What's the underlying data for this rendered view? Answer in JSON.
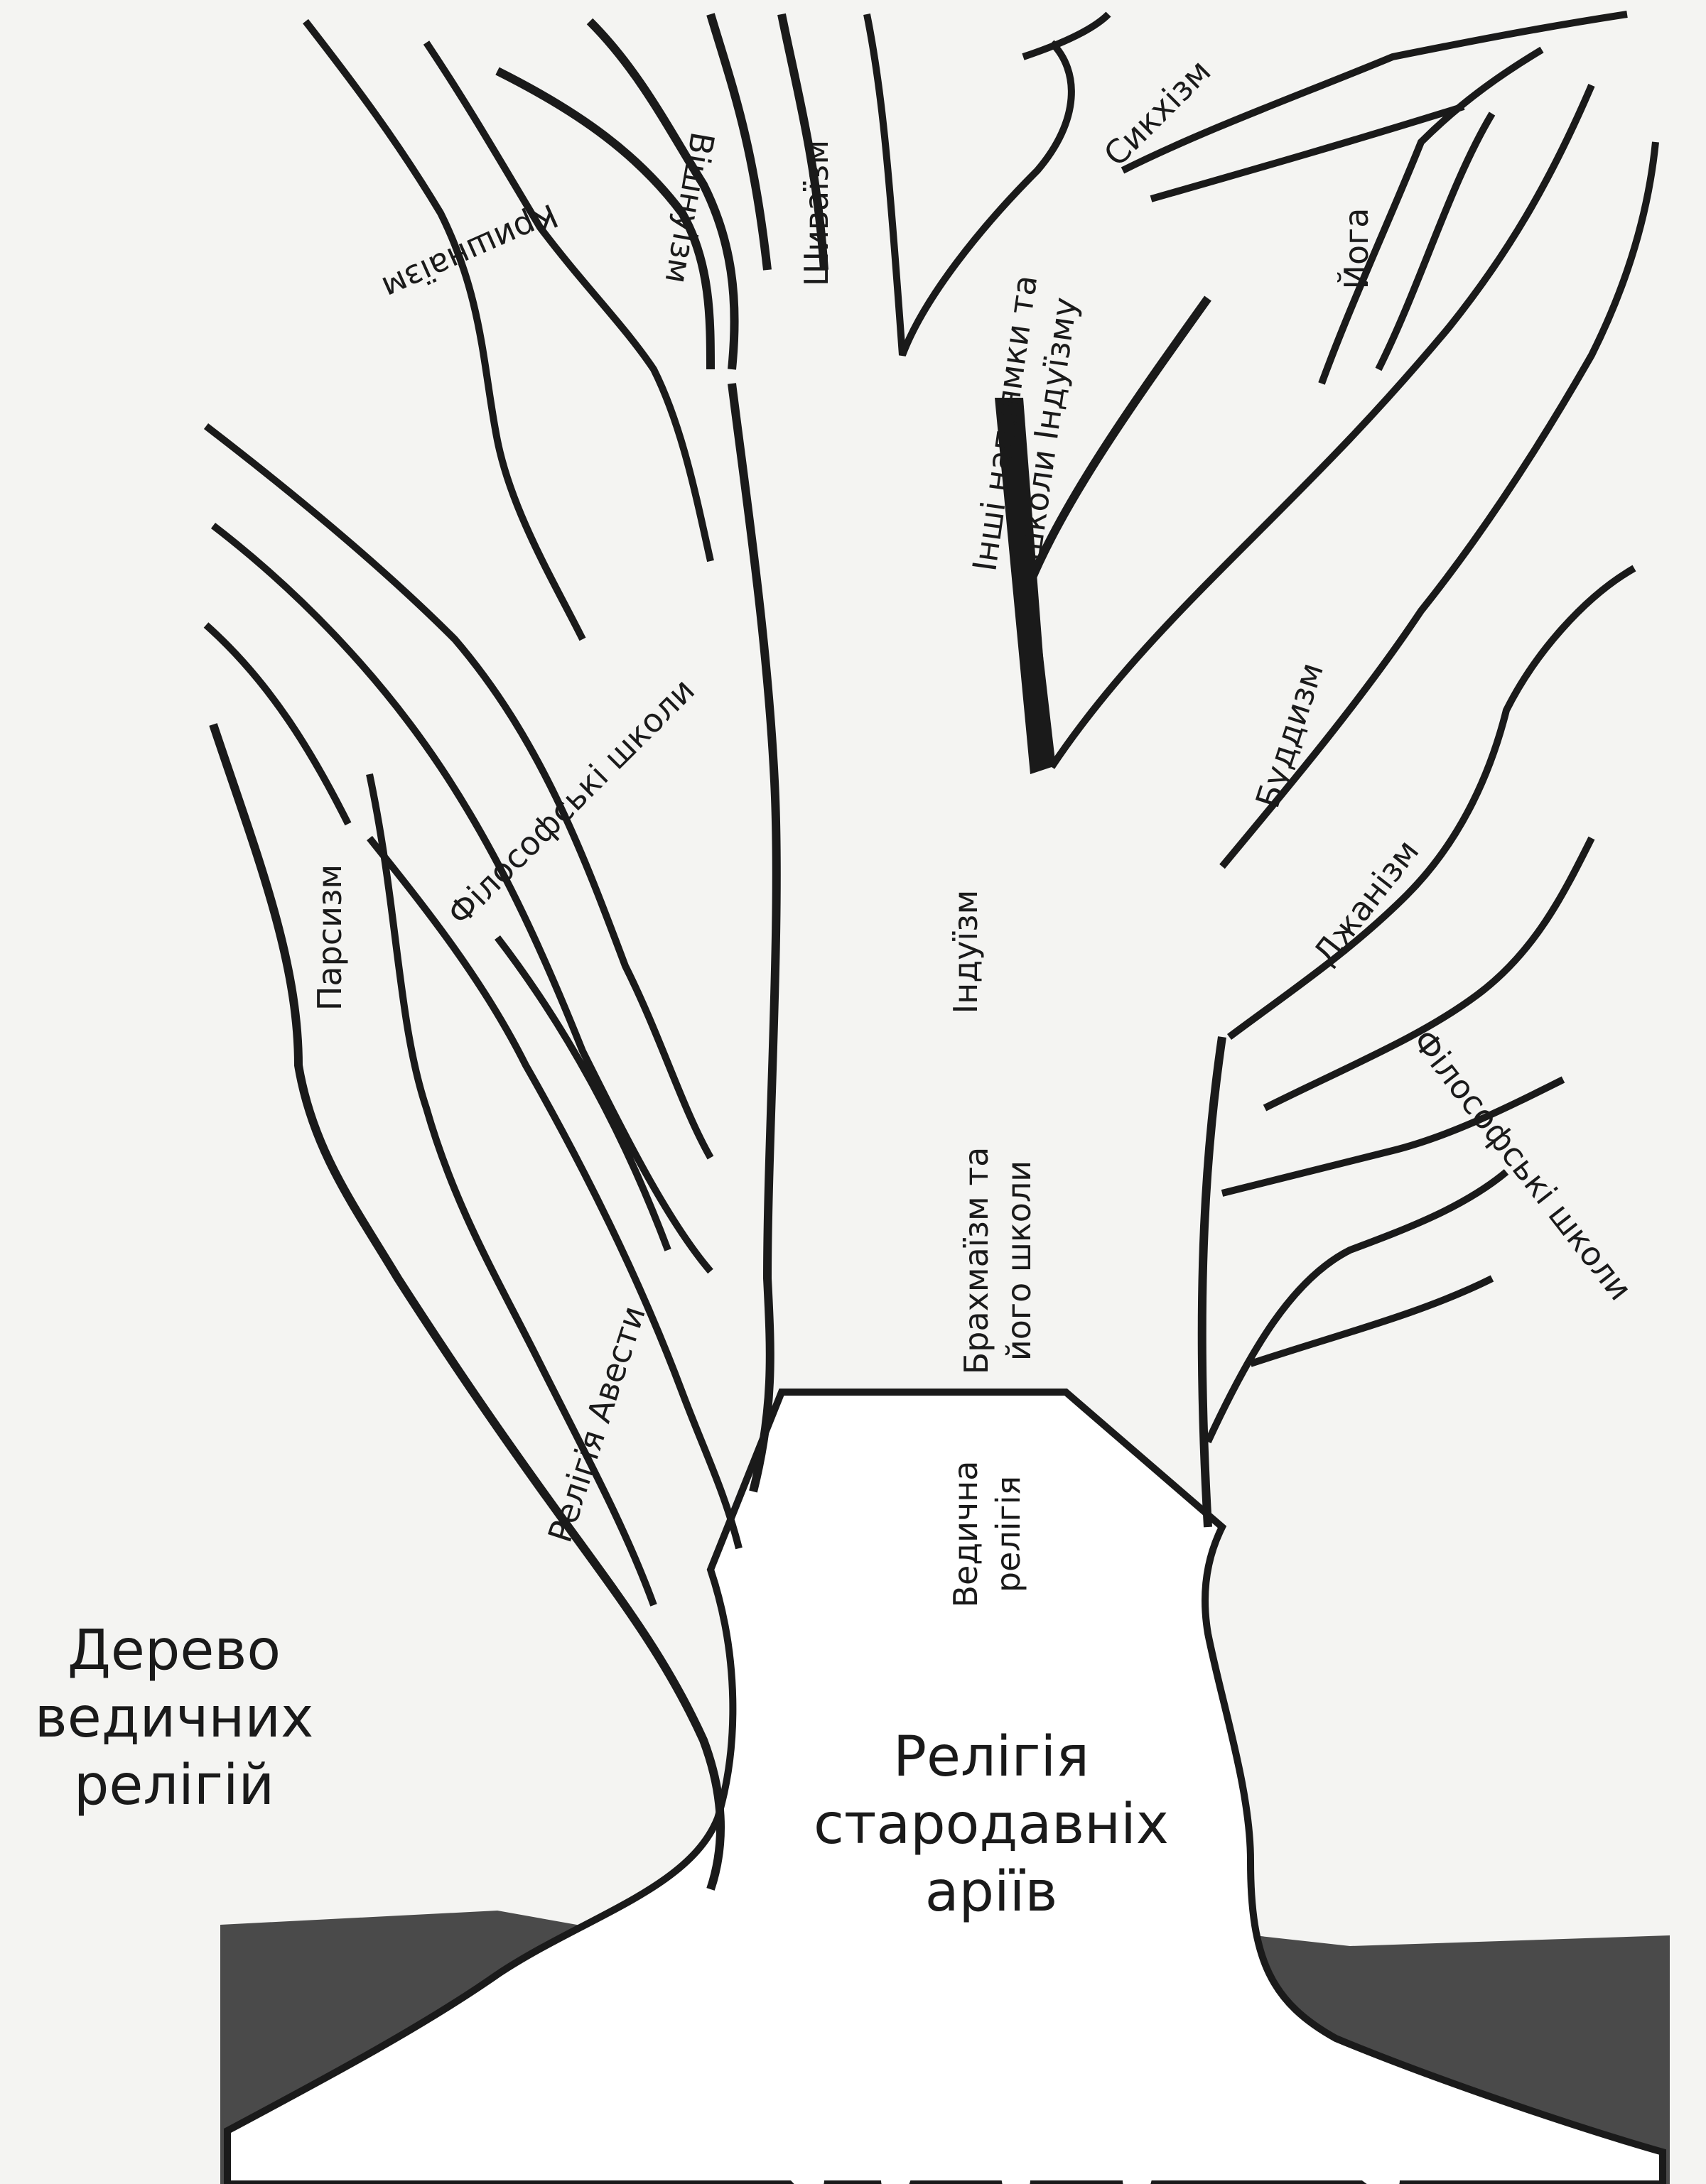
{
  "title": [
    "Дерево",
    "ведичних",
    "релігій"
  ],
  "root": [
    "Релігія",
    "стародавніх",
    "аріїв"
  ],
  "trunk_labels": {
    "vedic": [
      "Ведична",
      "релігія"
    ],
    "brahmanism": [
      "Брахмаїзм та",
      "його школи"
    ],
    "hinduism": "Індуїзм"
  },
  "branches": {
    "avesta": "Релігія Авести",
    "parsism": "Парсизм",
    "philosophy_left": "Філософські школи",
    "krishnaism": "Кришнаїзм",
    "vishnuism": "Вішнуїзм",
    "shivaism": "Шиваїзм",
    "other_hinduism": [
      "Інші напрямки та",
      "школи Індуїзму"
    ],
    "sikhism": "Сикхізм",
    "yoga": "Йога",
    "buddhism": "Буддизм",
    "jainism": "Джанізм",
    "philosophy_right": "Філософські школи"
  },
  "colors": {
    "ink": "#1a1a1a",
    "ground": "#4a4a4a",
    "paper": "#f4f4f2",
    "tree_fill": "#ffffff"
  }
}
